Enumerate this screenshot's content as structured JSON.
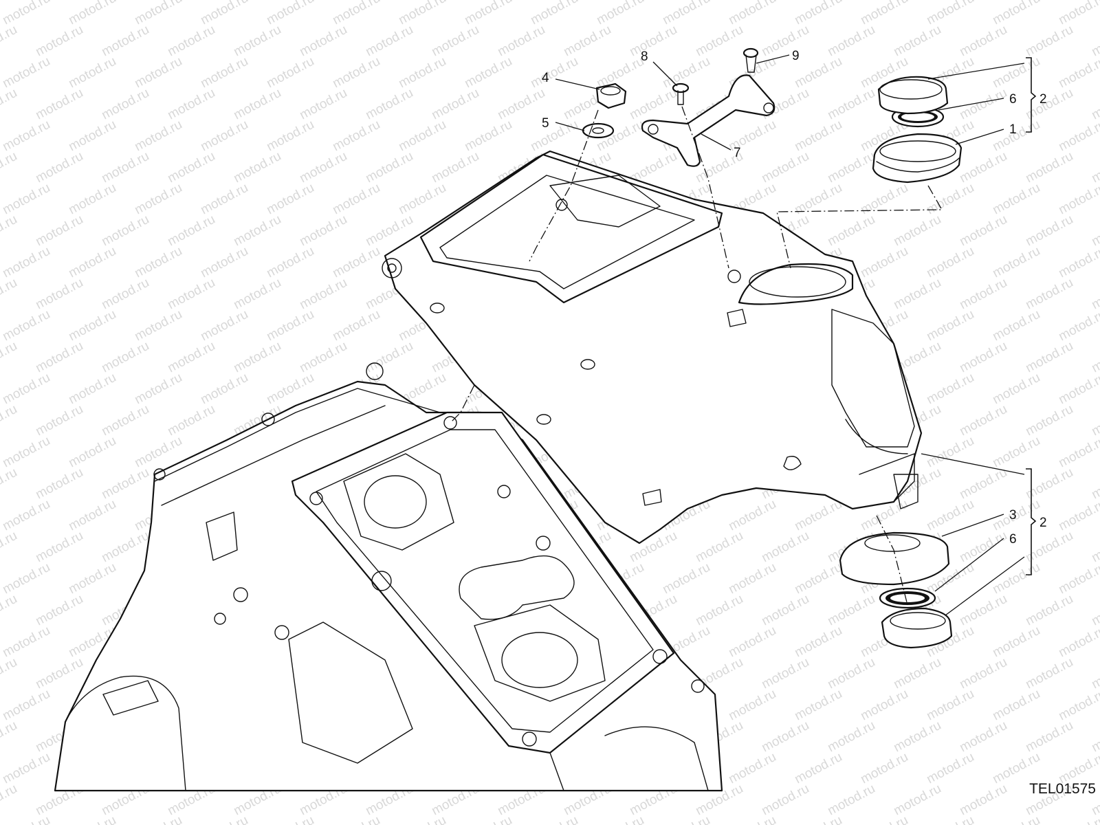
{
  "watermark": "motod.ru",
  "drawing_code": "TEL01575",
  "callouts": {
    "c1": "1",
    "c2_upper": "2",
    "c2_lower": "2",
    "c3": "3",
    "c4": "4",
    "c5": "5",
    "c6_upper": "6",
    "c6_lower": "6",
    "c7": "7",
    "c8": "8",
    "c9": "9"
  }
}
